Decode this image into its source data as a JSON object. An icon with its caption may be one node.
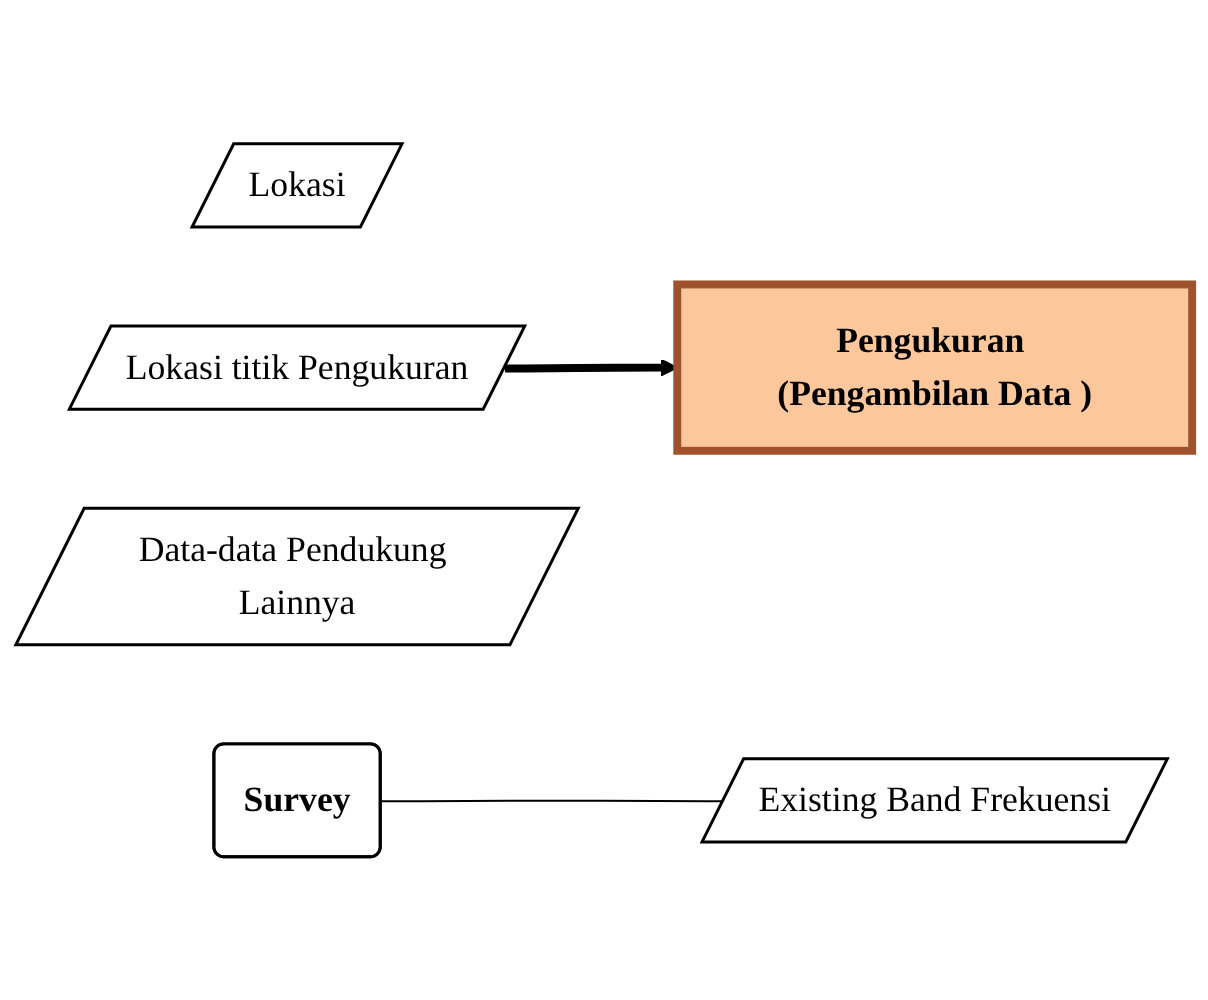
{
  "diagram": {
    "nodes": [
      {
        "text": [
          "Lokasi"
        ]
      },
      {
        "text": [
          "Existing Band Frekuensi"
        ]
      },
      {
        "text": [
          "Lokasi titik Pengukuran"
        ]
      },
      {
        "text": [
          "Data-data Pendukung Lainnya"
        ]
      },
      {
        "text": [
          "Survey"
        ]
      },
      {
        "text": [
          "Pengukuran (Pengambilan Data )"
        ]
      }
    ],
    "edges": [
      {
        "from": 2,
        "to": 5,
        "arrow": "to",
        "style": "thick"
      },
      {
        "from": 4,
        "to": 1,
        "arrow": "none"
      }
    ]
  }
}
